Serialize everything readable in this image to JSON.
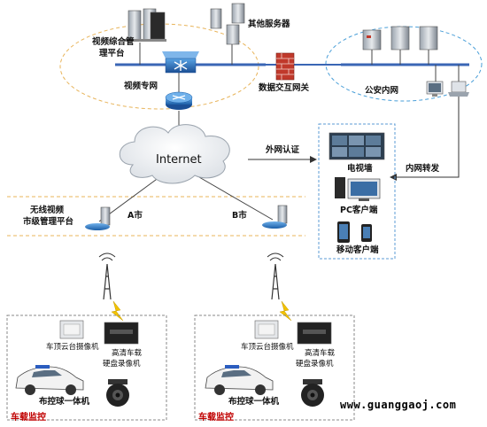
{
  "labels": {
    "video_platform_line1": "视频综合管",
    "video_platform_line2": "理平台",
    "other_servers": "其他服务器",
    "video_network": "视频专网",
    "data_gateway": "数据交互网关",
    "police_intranet": "公安内网",
    "internet": "Internet",
    "external_auth": "外网认证",
    "intranet_forward": "内网转发",
    "tv_wall": "电视墙",
    "pc_client": "PC客户端",
    "mobile_client": "移动客户端",
    "wireless_platform_line1": "无线视频",
    "wireless_platform_line2": "市级管理平台",
    "city_a": "A市",
    "city_b": "B市",
    "ptz_camera": "车顶云台摄像机",
    "hd_recorder_line1": "高清车载",
    "hd_recorder_line2": "硬盘录像机",
    "dome_camera": "布控球一体机",
    "vehicle_monitor": "车载监控",
    "website": "www.guanggaoj.com"
  },
  "colors": {
    "backbone": "#3a66b5",
    "dashed_oval": "#e8b45a",
    "police_oval": "#4a9fd8",
    "firewall": "#c0392b",
    "vehicle_label": "#c00000",
    "clients_box": "#5b9bd5",
    "vehicle_box": "#888888"
  },
  "icons": [
    "server-icon",
    "switch-icon",
    "router-icon",
    "firewall-icon",
    "cloud-icon",
    "tower-icon",
    "lightning-icon",
    "tv-wall-icon",
    "pc-icon",
    "mobile-icon",
    "car-icon",
    "dome-camera-icon",
    "dvr-icon",
    "ptz-camera-icon",
    "workstation-icon"
  ]
}
